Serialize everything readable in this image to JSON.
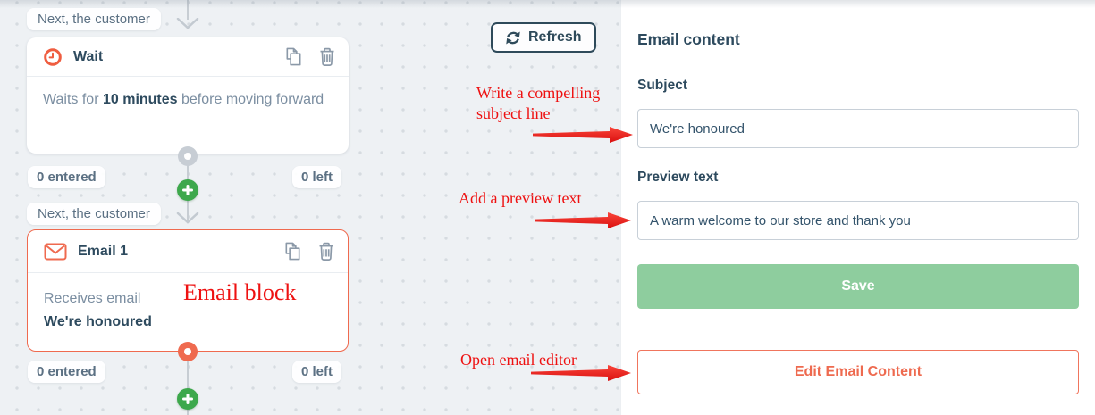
{
  "canvas": {
    "connector_labels": [
      "Next, the customer",
      "Next, the customer"
    ],
    "refresh_button_label": "Refresh",
    "wait_block": {
      "title": "Wait",
      "desc_prefix": "Waits for ",
      "desc_bold": "10 minutes",
      "desc_suffix": " before moving forward",
      "entered_badge": "0 entered",
      "left_badge": "0 left"
    },
    "email_block": {
      "title": "Email 1",
      "status_line": "Receives email",
      "subject_line": "We're honoured",
      "entered_badge": "0 entered",
      "left_badge": "0 left"
    }
  },
  "annotations": {
    "subject_note_line1": "Write a compelling",
    "subject_note_line2": "subject line",
    "preview_note": "Add a preview text",
    "email_block_note": "Email block",
    "editor_note": "Open email editor"
  },
  "panel": {
    "title": "Email content",
    "subject_label": "Subject",
    "subject_value": "We're honoured",
    "preview_label": "Preview text",
    "preview_value": "A warm welcome to our store and thank you",
    "save_button_label": "Save",
    "edit_button_label": "Edit Email Content"
  },
  "icons": {
    "wait_block_icon": "clock-icon",
    "email_block_icon": "envelope-icon",
    "duplicate_icon": "copy-icon",
    "delete_icon": "trash-icon",
    "refresh_icon": "refresh-arrows-icon",
    "add_step_icon": "plus-icon"
  },
  "colors": {
    "accent_orange": "#ef6a4f",
    "add_green": "#3da84c",
    "save_green": "#8ecd9e",
    "heading_text": "#2d4a5e",
    "muted_text": "#7b8ea1",
    "annotation_red": "#ee1111",
    "canvas_bg": "#eef1f4"
  }
}
